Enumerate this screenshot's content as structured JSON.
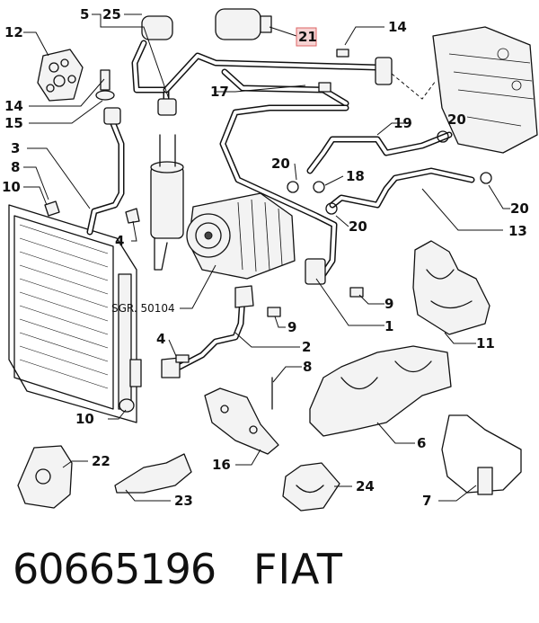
{
  "diagram": {
    "callouts": [
      "5",
      "25",
      "21",
      "14",
      "12",
      "14",
      "15",
      "17",
      "19",
      "20",
      "3",
      "8",
      "10",
      "4",
      "20",
      "18",
      "20",
      "20",
      "13",
      "9",
      "1",
      "11",
      "4",
      "9",
      "2",
      "8",
      "10",
      "6",
      "22",
      "16",
      "24",
      "23",
      "7"
    ],
    "ref_label": "SGR. 50104",
    "highlight_label": "21"
  },
  "footer": {
    "part_number": "60665196",
    "brand": "FIAT"
  }
}
